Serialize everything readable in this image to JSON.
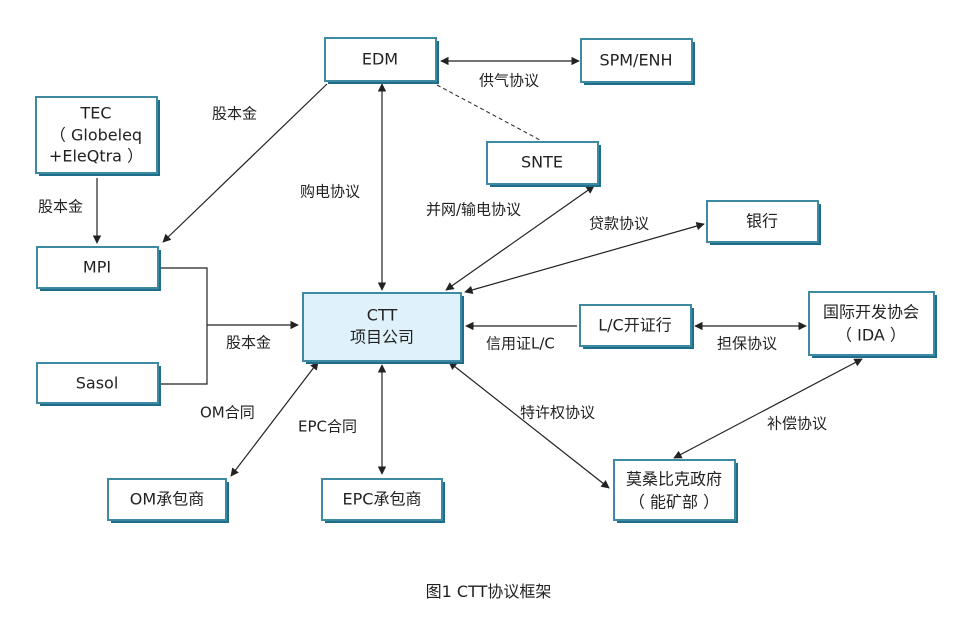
{
  "nodes": {
    "edm": [
      "EDM"
    ],
    "spm": [
      "SPM/ENH"
    ],
    "tec": [
      "TEC",
      "（ Globeleq",
      "+EleQtra ）"
    ],
    "snte": [
      "SNTE"
    ],
    "bank": [
      "银行"
    ],
    "mpi": [
      "MPI"
    ],
    "ctt": [
      "CTT",
      "项目公司"
    ],
    "lc": [
      "L/C开证行"
    ],
    "ida": [
      "国际开发协会",
      "（ IDA ）"
    ],
    "sasol": [
      "Sasol"
    ],
    "om": [
      "OM承包商"
    ],
    "epc": [
      "EPC承包商"
    ],
    "gov": [
      "莫桑比克政府",
      "（ 能矿部 ）"
    ]
  },
  "edges": {
    "edm_spm": "供气协议",
    "edm_mpi": "股本金",
    "tec_mpi": "股本金",
    "edm_ctt": "购电协议",
    "snte_ctt": "并网/输电协议",
    "bank_ctt": "贷款协议",
    "equity_ctt": "股本金",
    "lc_ctt": "信用证L/C",
    "lc_ida": "担保协议",
    "om_ctt": "OM合同",
    "epc_ctt": "EPC合同",
    "gov_ctt": "特许权协议",
    "ida_gov": "补偿协议"
  },
  "caption": "图1    CTT协议框架"
}
